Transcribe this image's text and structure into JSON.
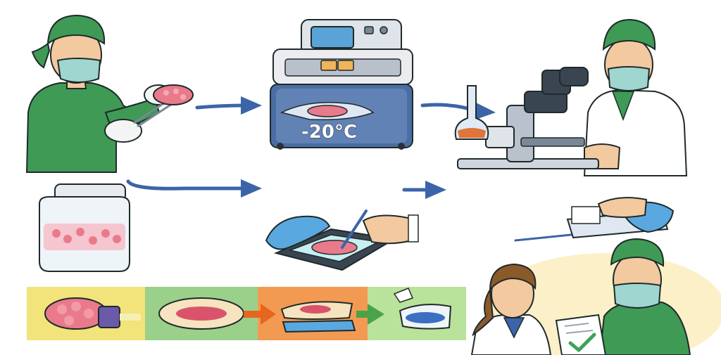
{
  "freezer": {
    "temperature_label": "-20°C"
  },
  "colors": {
    "surgical_green": "#3f9a55",
    "freezer_blue": "#4a6ea3",
    "arrow_blue": "#3c64a8",
    "tissue_pink": "#e97a8c",
    "glove_blue": "#5aa8e0",
    "check_green": "#3aa35a",
    "strip_yellow": "#f2e37a",
    "strip_green": "#9bd08a",
    "strip_orange": "#f39a52",
    "strip_lightgreen": "#b9e29a"
  },
  "icons": [
    "surgeon-icon",
    "tissue-sample-icon",
    "freezer-icon",
    "specimen-jar-icon",
    "microtome-cutting-icon",
    "microscope-icon",
    "lab-technician-icon",
    "glass-slide-icon",
    "patient-icon",
    "doctor-icon",
    "report-checkmark-icon",
    "arrow-right-icon"
  ],
  "process_strip": {
    "panels": [
      "tissue",
      "section",
      "slide",
      "stained-slide"
    ]
  }
}
